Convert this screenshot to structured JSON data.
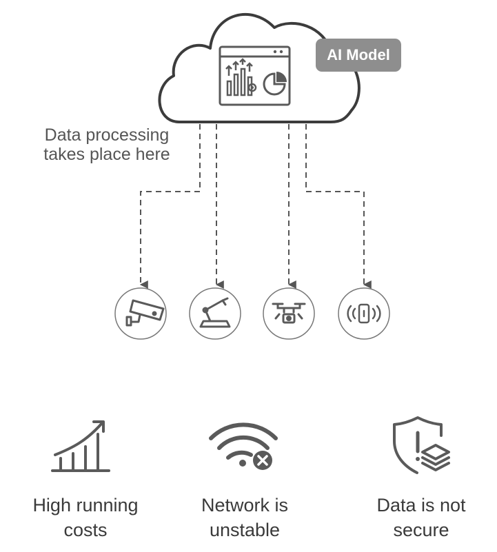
{
  "cloud": {
    "badge": "AI Model",
    "processing_line1": "Data processing",
    "processing_line2": "takes place here"
  },
  "devices": [
    {
      "icon": "security-camera-icon"
    },
    {
      "icon": "robot-arm-icon"
    },
    {
      "icon": "drone-icon"
    },
    {
      "icon": "iot-sensor-icon"
    }
  ],
  "problems": [
    {
      "icon": "rising-cost-chart-icon",
      "line1": "High running",
      "line2": "costs"
    },
    {
      "icon": "wifi-error-icon",
      "line1": "Network is",
      "line2": "unstable"
    },
    {
      "icon": "shield-warning-icon",
      "line1": "Data is not",
      "line2": "secure"
    }
  ],
  "colors": {
    "line": "#555555",
    "badge": "#8e8e8e",
    "icon": "#5a5a5a"
  }
}
